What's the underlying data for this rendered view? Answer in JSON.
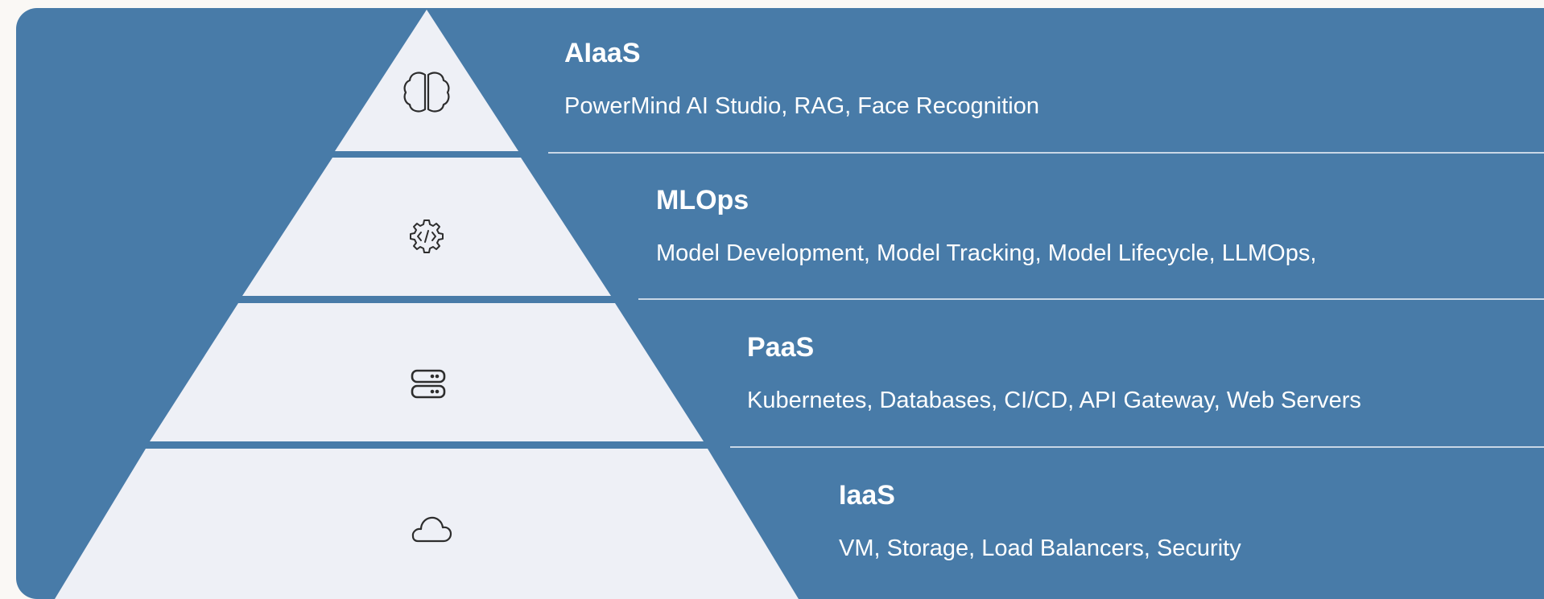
{
  "colors": {
    "panel": "#487ba8",
    "pyramid_fill": "#eef0f6",
    "icon_stroke": "#2d2d2d",
    "divider": "#c9d7e6",
    "text": "#ffffff"
  },
  "layers": [
    {
      "title": "AIaaS",
      "description": "PowerMind AI Studio, RAG, Face Recognition",
      "icon": "brain-icon"
    },
    {
      "title": "MLOps",
      "description": "Model Development, Model Tracking, Model Lifecycle, LLMOps,",
      "icon": "code-gear-icon"
    },
    {
      "title": "PaaS",
      "description": "Kubernetes, Databases, CI/CD, API Gateway, Web Servers",
      "icon": "server-icon"
    },
    {
      "title": "IaaS",
      "description": "VM, Storage, Load Balancers, Security",
      "icon": "cloud-icon"
    }
  ]
}
